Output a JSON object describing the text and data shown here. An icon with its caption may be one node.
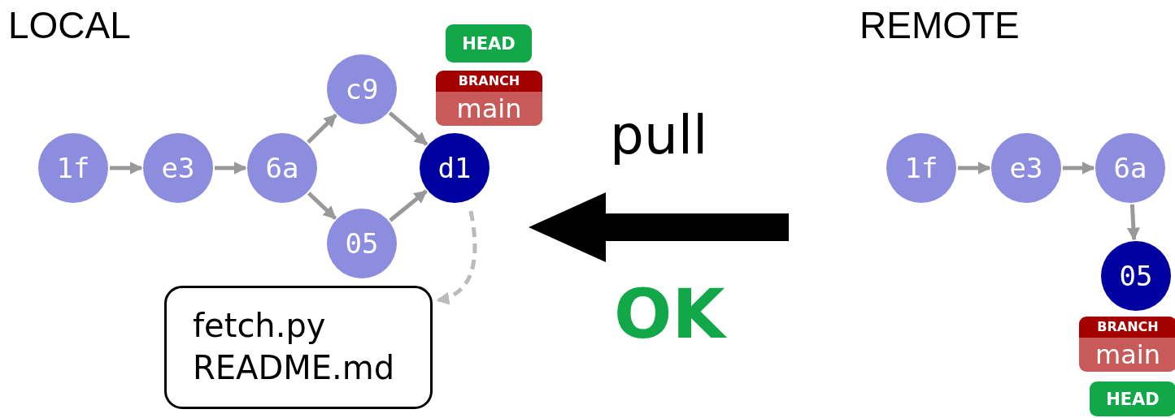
{
  "diagram": {
    "nodes": [
      {
        "text": [
          "1f"
        ]
      },
      {
        "text": [
          "e3"
        ]
      },
      {
        "text": [
          "6a"
        ]
      },
      {
        "text": [
          "c9"
        ]
      },
      {
        "text": [
          "05"
        ]
      },
      {
        "text": [
          "d1"
        ]
      },
      {
        "text": [
          "fetch.py",
          "README.md"
        ]
      },
      {
        "text": [
          "HEAD"
        ]
      },
      {
        "text": [
          "BRANCH",
          "main"
        ]
      },
      {
        "text": [
          "1f"
        ]
      },
      {
        "text": [
          "e3"
        ]
      },
      {
        "text": [
          "6a"
        ]
      },
      {
        "text": [
          "05"
        ]
      },
      {
        "text": [
          "BRANCH",
          "main"
        ]
      },
      {
        "text": [
          "HEAD"
        ]
      }
    ],
    "edges": [
      {
        "from": 0,
        "to": 1,
        "arrow": "to"
      },
      {
        "from": 1,
        "to": 2,
        "arrow": "to"
      },
      {
        "from": 2,
        "to": 3,
        "arrow": "to"
      },
      {
        "from": 2,
        "to": 4,
        "arrow": "to"
      },
      {
        "from": 3,
        "to": 5,
        "arrow": "to"
      },
      {
        "from": 4,
        "to": 5,
        "arrow": "to"
      },
      {
        "from": 5,
        "to": 6,
        "arrow": "to",
        "style": "dashed",
        "color": "#bbbbbb"
      },
      {
        "from": 9,
        "to": 10,
        "arrow": "to"
      },
      {
        "from": 10,
        "to": 11,
        "arrow": "to"
      },
      {
        "from": 11,
        "to": 12,
        "arrow": "to"
      }
    ],
    "labels": [
      "LOCAL",
      "REMOTE",
      "pull",
      "OK"
    ]
  }
}
